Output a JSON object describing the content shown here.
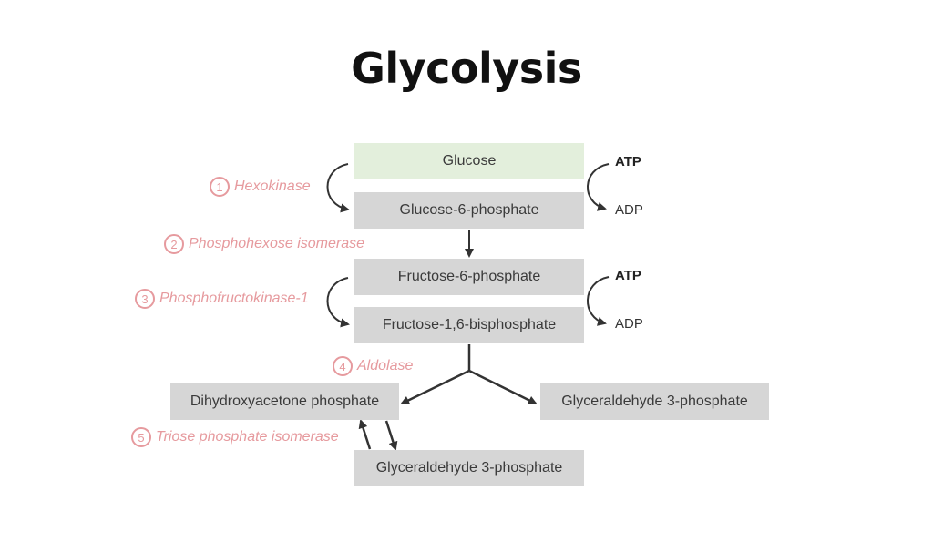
{
  "title": "Glycolysis",
  "colors": {
    "enzyme_text": "#e69a9e",
    "box_fill": "#d6d6d6",
    "start_box_fill": "#e3efdc",
    "arrow": "#333333"
  },
  "boxes": {
    "glucose": "Glucose",
    "glucose_6_phosphate": "Glucose-6-phosphate",
    "fructose_6_phosphate": "Fructose-6-phosphate",
    "fructose_1_6_bisphosphate": "Fructose-1,6-bisphosphate",
    "dihydroxyacetone_phosphate": "Dihydroxyacetone phosphate",
    "glyceraldehyde_3_phosphate_right": "Glyceraldehyde 3-phosphate",
    "glyceraldehyde_3_phosphate_bottom": "Glyceraldehyde 3-phosphate"
  },
  "enzymes": [
    {
      "number": "1",
      "name": "Hexokinase"
    },
    {
      "number": "2",
      "name": "Phosphohexose isomerase"
    },
    {
      "number": "3",
      "name": "Phosphofructokinase-1"
    },
    {
      "number": "4",
      "name": "Aldolase"
    },
    {
      "number": "5",
      "name": "Triose phosphate isomerase"
    }
  ],
  "cofactors": {
    "step1_in": "ATP",
    "step1_out": "ADP",
    "step3_in": "ATP",
    "step3_out": "ADP"
  }
}
